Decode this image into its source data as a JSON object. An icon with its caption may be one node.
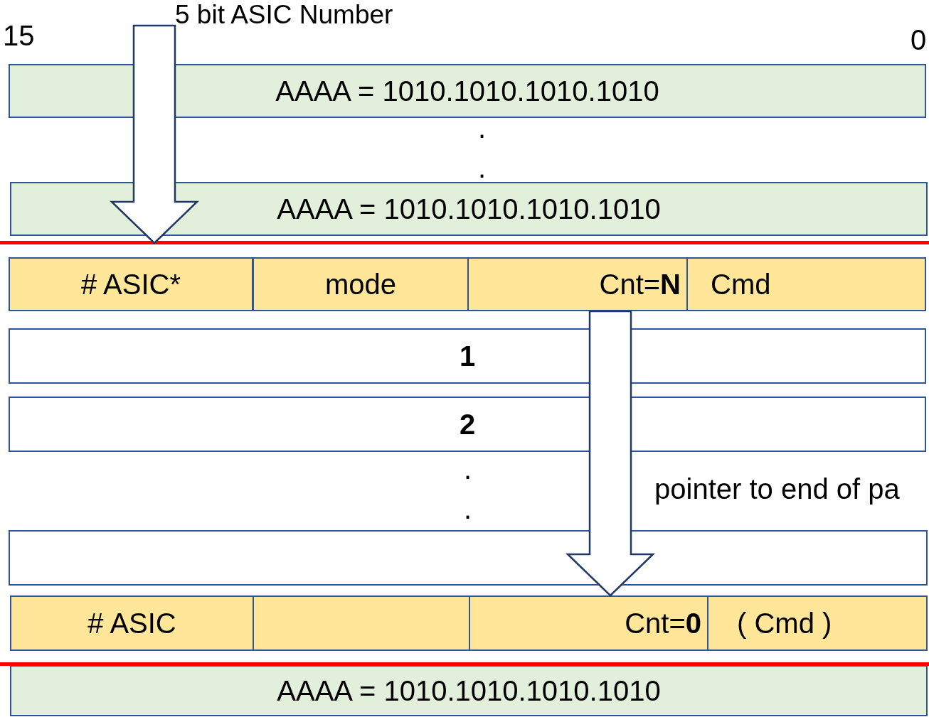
{
  "diagram": {
    "nodes": [
      {
        "text": [
          "5 bit ASIC Number"
        ]
      },
      {
        "text": [
          "AAAA = 1010.1010.1010.1010"
        ]
      },
      {
        "text": [
          "AAAA = 1010.1010.1010.1010"
        ]
      },
      {
        "text": [
          "# ASIC*"
        ]
      },
      {
        "text": [
          "mode"
        ]
      },
      {
        "text": [
          "Cnt=**N**"
        ]
      },
      {
        "text": [
          "Cmd"
        ]
      },
      {
        "text": [
          "1"
        ]
      },
      {
        "text": [
          "2"
        ]
      },
      {
        "text": [],
        "shape": "box"
      },
      {
        "text": [
          "# ASIC"
        ]
      },
      {
        "text": [],
        "shape": "box"
      },
      {
        "text": [
          "Cnt=**0**"
        ]
      },
      {
        "text": [
          "( Cmd )"
        ]
      },
      {
        "text": [
          "AAAA = 1010.1010.1010.1010"
        ]
      }
    ],
    "edges": [
      {
        "from": 0,
        "to": 3,
        "arrow": "to"
      },
      {
        "from": 5,
        "to": 12,
        "arrow": "to"
      }
    ],
    "labels": [
      "15",
      "0",
      ".",
      ".",
      ".",
      ".",
      "pointer to end of pa"
    ]
  }
}
